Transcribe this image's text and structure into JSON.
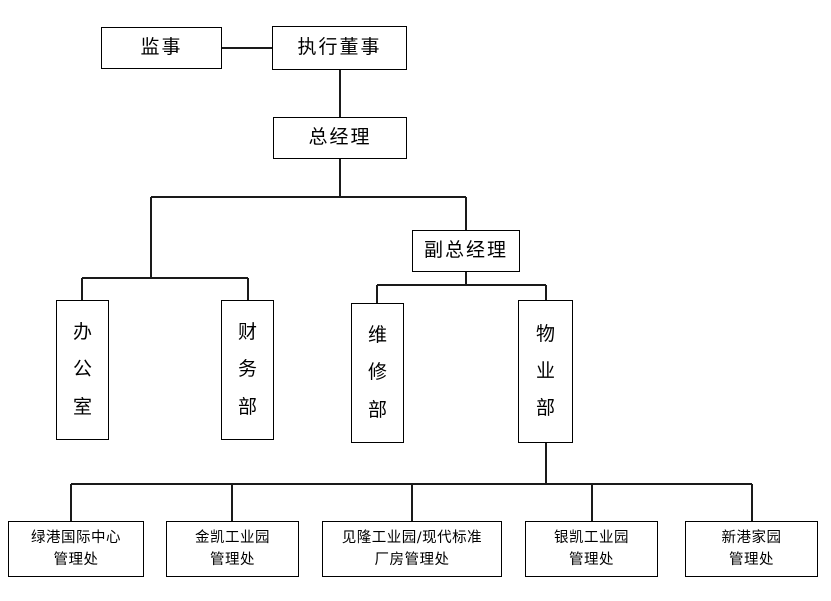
{
  "chart_data": {
    "type": "diagram",
    "subtype": "organization-chart",
    "title": "",
    "orientation": "top-down",
    "nodes": [
      {
        "id": "supervisor",
        "label": "监事",
        "level": 0,
        "text_layout": "horizontal"
      },
      {
        "id": "exec_director",
        "label": "执行董事",
        "level": 0,
        "text_layout": "horizontal"
      },
      {
        "id": "gm",
        "label": "总经理",
        "level": 1,
        "text_layout": "horizontal"
      },
      {
        "id": "deputy_gm",
        "label": "副总经理",
        "level": 2,
        "text_layout": "horizontal"
      },
      {
        "id": "office",
        "label": "办\n公\n室",
        "level": 3,
        "text_layout": "vertical"
      },
      {
        "id": "finance",
        "label": "财\n务\n部",
        "level": 3,
        "text_layout": "vertical"
      },
      {
        "id": "maintenance",
        "label": "维\n修\n部",
        "level": 3,
        "text_layout": "vertical"
      },
      {
        "id": "property",
        "label": "物\n业\n部",
        "level": 3,
        "text_layout": "vertical"
      },
      {
        "id": "site1",
        "label": "绿港国际中心\n管理处",
        "level": 4,
        "text_layout": "horizontal"
      },
      {
        "id": "site2",
        "label": "金凯工业园\n管理处",
        "level": 4,
        "text_layout": "horizontal"
      },
      {
        "id": "site3",
        "label": "见隆工业园/现代标准\n厂房管理处",
        "level": 4,
        "text_layout": "horizontal"
      },
      {
        "id": "site4",
        "label": "银凯工业园\n管理处",
        "level": 4,
        "text_layout": "horizontal"
      },
      {
        "id": "site5",
        "label": "新港家园\n管理处",
        "level": 4,
        "text_layout": "horizontal"
      }
    ],
    "edges": [
      {
        "from": "supervisor",
        "to": "exec_director",
        "style": "horizontal-link"
      },
      {
        "from": "exec_director",
        "to": "gm",
        "style": "vertical"
      },
      {
        "from": "gm",
        "to": "deputy_gm",
        "style": "elbow"
      },
      {
        "from": "gm",
        "to": "office",
        "style": "elbow"
      },
      {
        "from": "gm",
        "to": "finance",
        "style": "elbow"
      },
      {
        "from": "deputy_gm",
        "to": "maintenance",
        "style": "elbow"
      },
      {
        "from": "deputy_gm",
        "to": "property",
        "style": "elbow"
      },
      {
        "from": "property",
        "to": "site1",
        "style": "elbow"
      },
      {
        "from": "property",
        "to": "site2",
        "style": "elbow"
      },
      {
        "from": "property",
        "to": "site3",
        "style": "elbow"
      },
      {
        "from": "property",
        "to": "site4",
        "style": "elbow"
      },
      {
        "from": "property",
        "to": "site5",
        "style": "elbow"
      }
    ],
    "colors": {
      "background": "#ffffff",
      "node_fill": "#ffffff",
      "node_border": "#000000",
      "edge": "#000000",
      "text": "#000000"
    }
  },
  "nodes": {
    "supervisor": {
      "label": "监事"
    },
    "exec_director": {
      "label": "执行董事"
    },
    "gm": {
      "label": "总经理"
    },
    "deputy_gm": {
      "label": "副总经理"
    },
    "office": {
      "label": "办\n公\n室"
    },
    "finance": {
      "label": "财\n务\n部"
    },
    "maintenance": {
      "label": "维\n修\n部"
    },
    "property": {
      "label": "物\n业\n部"
    },
    "site1": {
      "label": "绿港国际中心\n管理处"
    },
    "site2": {
      "label": "金凯工业园\n管理处"
    },
    "site3": {
      "label": "见隆工业园/现代标准\n厂房管理处"
    },
    "site4": {
      "label": "银凯工业园\n管理处"
    },
    "site5": {
      "label": "新港家园\n管理处"
    }
  }
}
